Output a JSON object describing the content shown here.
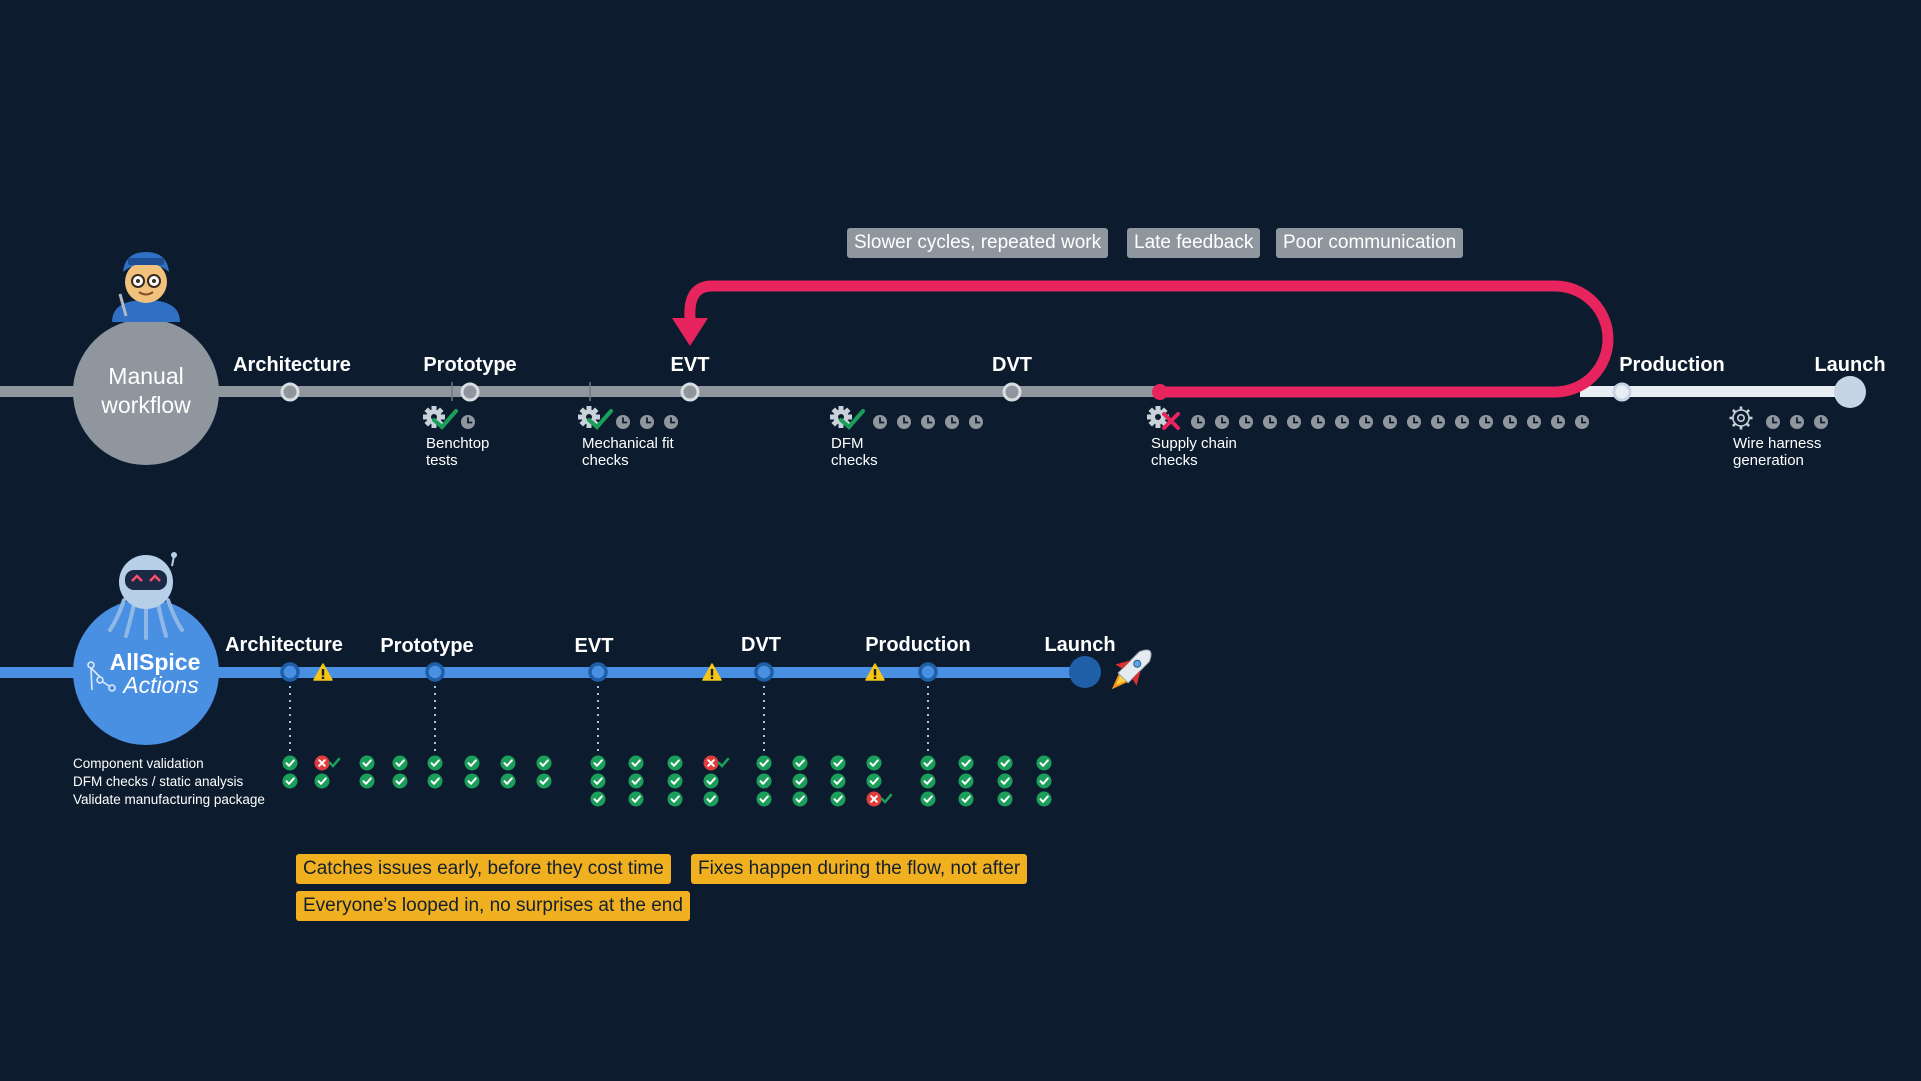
{
  "colors": {
    "background": "#0c1c2e",
    "manual_track": "#8f969e",
    "manual_track_light": "#e9eef4",
    "ai_track": "#4a90e2",
    "loop_arrow": "#e8245e",
    "check_green": "#1a9e5a",
    "error_red": "#e03c3c",
    "warning_yellow": "#f5c518",
    "gray_tag": "#8f969e",
    "yellow_tag": "#f0b020"
  },
  "manual": {
    "circle_label_line1": "Manual",
    "circle_label_line2": "workflow",
    "avatar_icon": "engineer-emoji-icon",
    "stages": [
      "Architecture",
      "Prototype",
      "EVT",
      "DVT",
      "Production",
      "Launch"
    ],
    "loop_tags": [
      "Slower cycles, repeated work",
      "Late feedback",
      "Poor communication"
    ],
    "checks": [
      {
        "label_line1": "Benchtop",
        "label_line2": "tests",
        "icon": "gear-check-icon",
        "wait_clocks": 1
      },
      {
        "label_line1": "Mechanical fit",
        "label_line2": "checks",
        "icon": "gear-check-icon",
        "wait_clocks": 3
      },
      {
        "label_line1": "DFM",
        "label_line2": "checks",
        "icon": "gear-check-icon",
        "wait_clocks": 5
      },
      {
        "label_line1": "Supply chain",
        "label_line2": "checks",
        "icon": "gear-x-icon",
        "wait_clocks": 17
      },
      {
        "label_line1": "Wire harness",
        "label_line2": "generation",
        "icon": "gear-outline-icon",
        "wait_clocks": 3
      }
    ]
  },
  "ai": {
    "circle_label_line1": "AllSpice",
    "circle_label_line2": "Actions",
    "avatar_icon": "robot-octopus-icon",
    "launch_icon": "rocket-icon",
    "stages": [
      "Architecture",
      "Prototype",
      "EVT",
      "DVT",
      "Production",
      "Launch"
    ],
    "row_labels": [
      "Component validation",
      "DFM checks / static analysis",
      "Validate manufacturing package"
    ],
    "check_grid": [
      [
        "ok",
        "xok",
        "ok",
        "ok",
        "ok",
        "ok",
        "ok",
        "ok",
        "ok",
        "ok",
        "ok",
        "xok",
        "ok",
        "ok",
        "ok",
        "ok",
        "ok",
        "ok",
        "ok",
        "ok"
      ],
      [
        "ok",
        "ok",
        "ok",
        "ok",
        "ok",
        "ok",
        "ok",
        "ok",
        "ok",
        "ok",
        "ok",
        "ok",
        "ok",
        "ok",
        "ok",
        "ok",
        "ok",
        "ok",
        "ok",
        "ok"
      ],
      [
        "",
        "",
        "",
        "",
        "",
        "",
        "",
        "",
        "ok",
        "ok",
        "ok",
        "ok",
        "ok",
        "ok",
        "ok",
        "xok",
        "ok",
        "ok",
        "ok",
        "ok"
      ]
    ],
    "benefit_tags": [
      "Catches issues early, before they cost time",
      "Fixes happen during the flow, not after",
      "Everyone’s looped in, no surprises at the end"
    ]
  }
}
